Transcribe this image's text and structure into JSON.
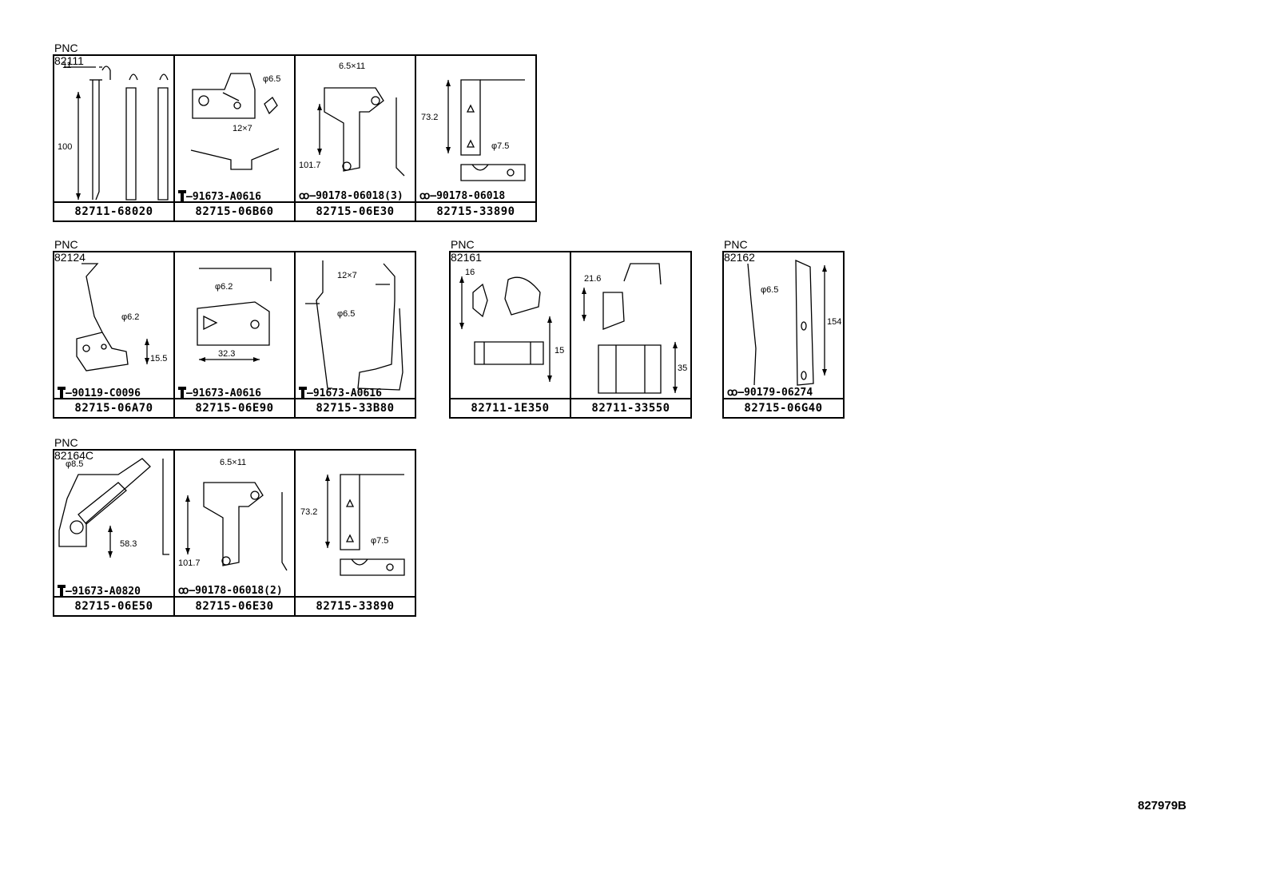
{
  "groups": [
    {
      "pnc": "PNC 82111",
      "panels": [
        {
          "part_number": "82711-68020",
          "callout": "",
          "dims": [
            "11",
            "100"
          ]
        },
        {
          "part_number": "82715-06B60",
          "callout": "91673-A0616",
          "dims": [
            "φ6.5",
            "12×7"
          ]
        },
        {
          "part_number": "82715-06E30",
          "callout": "90178-06018(3)",
          "dims": [
            "6.5×11",
            "101.7"
          ]
        },
        {
          "part_number": "82715-33890",
          "callout": "90178-06018",
          "dims": [
            "73.2",
            "φ7.5"
          ]
        }
      ]
    },
    {
      "pnc": "PNC 82124",
      "panels": [
        {
          "part_number": "82715-06A70",
          "callout": "90119-C0096",
          "dims": [
            "φ6.2",
            "15.5"
          ]
        },
        {
          "part_number": "82715-06E90",
          "callout": "91673-A0616",
          "dims": [
            "φ6.2",
            "32.3"
          ]
        },
        {
          "part_number": "82715-33B80",
          "callout": "91673-A0616",
          "dims": [
            "12×7",
            "φ6.5"
          ]
        }
      ]
    },
    {
      "pnc": "PNC 82161",
      "panels": [
        {
          "part_number": "82711-1E350",
          "callout": "",
          "dims": [
            "16",
            "15"
          ]
        },
        {
          "part_number": "82711-33550",
          "callout": "",
          "dims": [
            "21.6",
            "35"
          ]
        }
      ]
    },
    {
      "pnc": "PNC 82162",
      "panels": [
        {
          "part_number": "82715-06G40",
          "callout": "90179-06274",
          "dims": [
            "φ6.5",
            "154"
          ]
        }
      ]
    },
    {
      "pnc": "PNC 82164C",
      "panels": [
        {
          "part_number": "82715-06E50",
          "callout": "91673-A0820",
          "dims": [
            "φ8.5",
            "58.3"
          ]
        },
        {
          "part_number": "82715-06E30",
          "callout": "90178-06018(2)",
          "dims": [
            "6.5×11",
            "101.7"
          ]
        },
        {
          "part_number": "82715-33890",
          "callout": "",
          "dims": [
            "73.2",
            "φ7.5"
          ]
        }
      ]
    }
  ],
  "diagram_id": "827979B"
}
